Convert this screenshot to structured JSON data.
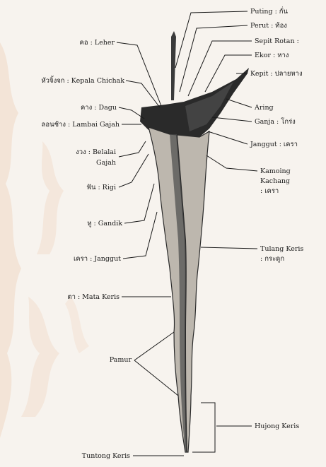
{
  "diagram": {
    "background_color": "#f7f3ee",
    "ornament_color": "#e7b592",
    "ink_color": "#1a1a1a",
    "labels_left": {
      "leher": "คอ : Leher",
      "kepala_chichak": "หัวจิ้งจก : Kepala Chichak",
      "dagu": "คาง : Dagu",
      "lambai_gajah": "ลอนช้าง : Lambai Gajah",
      "belalai_gajah_1": "งวง : Belalai",
      "belalai_gajah_2": "Gajah",
      "rigi": "ฟัน : Rigi",
      "gandik": "หู : Gandik",
      "janggut_left": "เครา : Janggut",
      "mata_keris": "ตา : Mata Keris",
      "pamur": "Pamur",
      "tuntong_keris": "Tuntong Keris"
    },
    "labels_right": {
      "puting": "Puting : กั่น",
      "perut": "Perut : ท้อง",
      "sepit_rotan": "Sepit Rotan :",
      "ekor": "Ekor : หาง",
      "kepit": "Kepit : ปลายหาง",
      "aring": "Aring",
      "ganja": "Ganja : โกร่ง",
      "janggut_right": "Janggut : เครา",
      "kamoing_1": "Kamoing",
      "kamoing_2": "Kachang",
      "kamoing_3": ": เครา",
      "tulang_1": "Tulang Keris",
      "tulang_2": ": กระดูก",
      "hujong_keris": "Hujong Keris"
    }
  }
}
